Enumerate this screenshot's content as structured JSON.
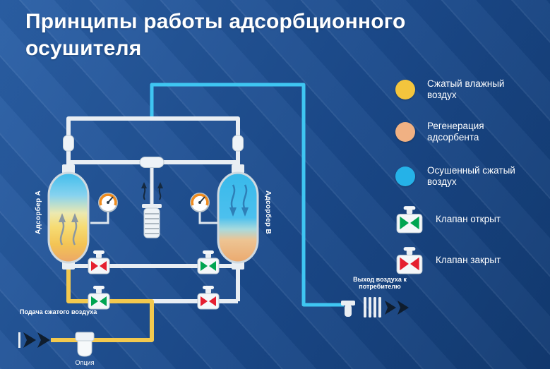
{
  "header": {
    "title_line1": "Принципы работы адсорбционного",
    "title_line2": "осушителя"
  },
  "legend": {
    "items": [
      {
        "label": "Сжатый влажный воздух",
        "swatch": "circle",
        "color": "#f3c53d"
      },
      {
        "label": "Регенерация адсорбента",
        "swatch": "circle",
        "color": "#f0b183"
      },
      {
        "label": "Осушенный сжатый воздух",
        "swatch": "circle",
        "color": "#25b2e8"
      },
      {
        "label": "Клапан открыт",
        "swatch": "valve-open-icon",
        "color": "#00a551"
      },
      {
        "label": "Клапан закрыт",
        "swatch": "valve-closed-icon",
        "color": "#e51f2f"
      }
    ]
  },
  "diagram": {
    "vessel_a_label": "Адсорбер А",
    "vessel_b_label": "Адсорбер В",
    "inlet_label": "Подача сжатого воздуха",
    "filter_label": "Опция",
    "outlet_label": "Выход воздуха к потребителю",
    "valve_states": {
      "upper_left": "closed",
      "upper_right": "open",
      "lower_left": "open",
      "lower_right": "closed"
    },
    "colors": {
      "wet_air_pipe": "#f3c94e",
      "dry_air_pipe": "#3fc6f2",
      "neutral_pipe": "#e9eef3",
      "valve_open": "#00a551",
      "valve_closed": "#e51f2f"
    }
  }
}
